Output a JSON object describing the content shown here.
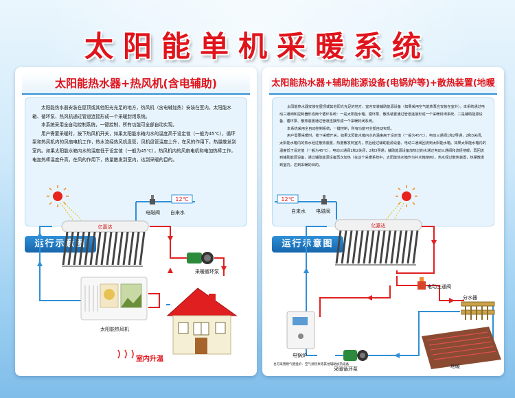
{
  "title": "太阳能单机采暖系统",
  "left": {
    "heading": "太阳能热水器+热风机(含电辅助)",
    "paragraphs": [
      "太阳能热水器安装在屋顶或其他阳光充足的地方，热风机（含电辅加热）安装在室内，太阳能水箱、循环泵、热风机通过管道连接形成一个采暖封闭系统。",
      "本系统采用全自动控制系统，一键控制，所有功能可全部自动实现。",
      "用户需要采暖时，按下热风机开关，如果太阳能水箱内水的温度高于设定值（一般为45℃），循环泵和热风机内的风扇电机工作，热水流经热风机盘管，风机盘管温度上升，在风的作用下，热量散发到室内。如果太阳能水箱内水的温度低于设定值（一般为45℃），热风机内的风扇电机和电加热棒工作，电加热棒温度升高，在风的作用下，热量散发到室内，达到采暖的目的。"
    ],
    "run_label": "运行示意图",
    "labels": {
      "temp": "12℃",
      "valve": "电磁阀",
      "cold_water": "自来水",
      "pump": "采暖循环泵",
      "fan_heater": "太阳能热风机",
      "brand": "亿嘉达",
      "indoor": "室内升温"
    }
  },
  "right": {
    "heading": "太阳能热水器+辅助能源设备(电锅炉等)+散热装置(地暖等)",
    "paragraphs": [
      "太阳能热水器安装在屋顶或其他阳光充足的地方，室内安装辅助能源设备（如果采用空气能热泵应安装在室外）。本系统通过电动三通阀和控制器形成两个循环系统：一是太阳能水箱、循环泵、散热装置通过管道连接形成一个采暖封闭系统，二是辅助能源设备、循环泵、散热装置通过管道连接形成一个采暖封闭系统。",
      "本系统采用全自动控制系统，一键控制，所有功能可全部自动实现。",
      "用户需要采暖时，按下采暖开关，如果太阳能水箱内水的温度高于设定值（一般为45℃），电动三通阀1和2导通，2和3关闭，太阳能水箱内的热水经过散热装置，热量散发到室内，然后经过辅助能源设备、电动三通阀回流到太阳能水箱。如果太阳能水箱内的温度低于设定值（一般为45℃），电动三通阀1和2关闭，2和3导通，辅助能源设备加热过的水通过电动三通阀和流经地暖，再回流到辅助能源设备，通过辅助能源设备再次加热（在这个采暖系统中，太阳能热水箱作为补水箱使用），热水经过散热装置，热量散发到室内，达到采暖的目的。"
    ],
    "run_label": "运行示意图",
    "labels": {
      "temp": "12℃",
      "cold_water": "自来水",
      "valve": "电磁阀",
      "three_way": "电动三通阀",
      "manifold": "分水器",
      "boiler": "电锅炉",
      "boiler_note": "也可采用燃气壁挂炉、空气源热泵等其他辅助加热设备",
      "pump": "采暖循环泵",
      "floor": "地暖",
      "brand": "亿嘉达"
    }
  },
  "colors": {
    "title_red": "#e0141c",
    "pipe_red": "#e02020",
    "pipe_blue": "#2f8fd6",
    "accent_blue": "#1766ad"
  }
}
